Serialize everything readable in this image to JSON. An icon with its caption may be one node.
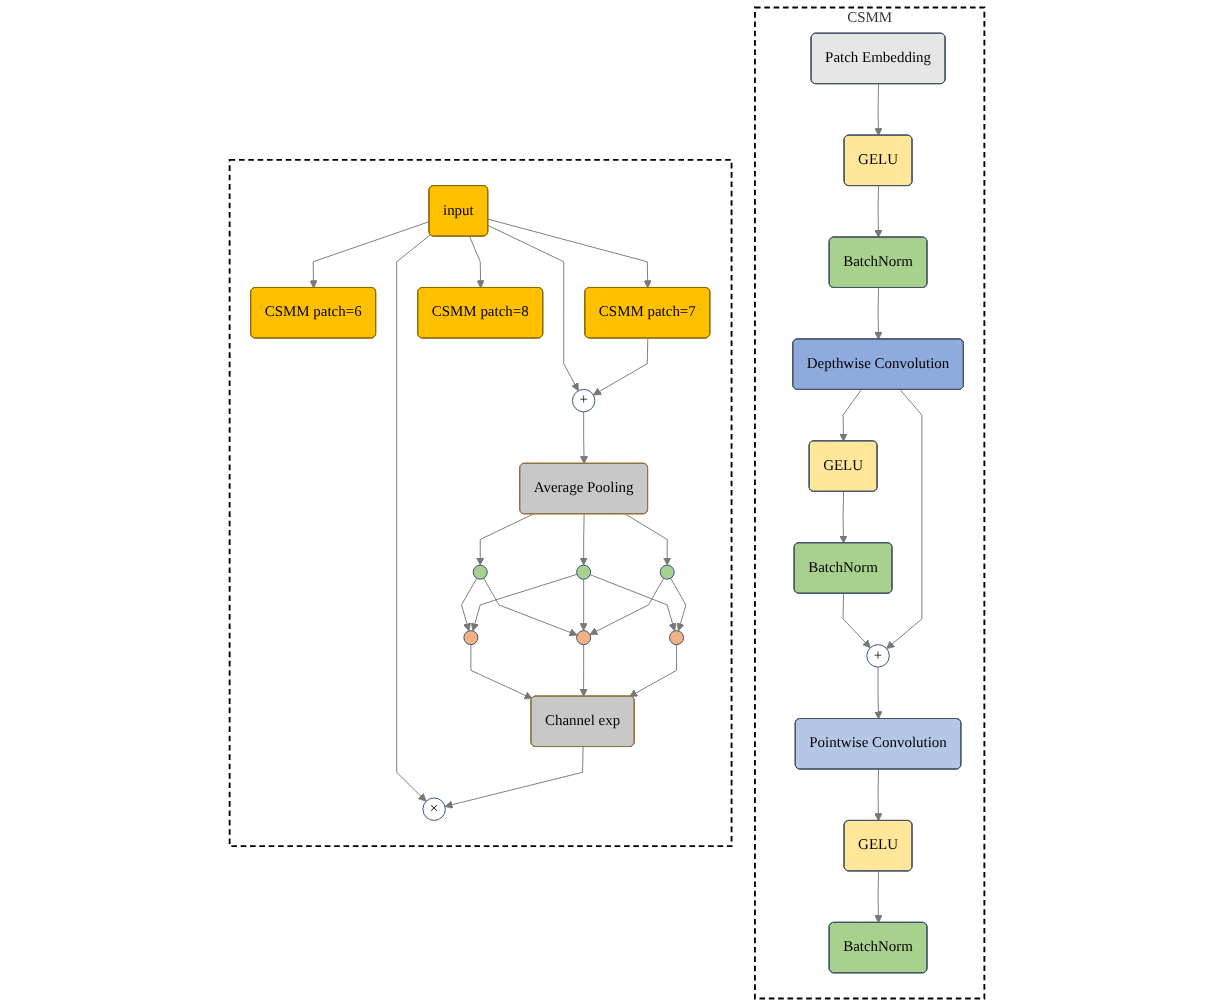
{
  "diagram": {
    "nodes": [
      {
        "text": [],
        "shape": "box"
      },
      {
        "text": [
          "input"
        ],
        "in": 0
      },
      {
        "text": [
          "CSMM patch=6"
        ],
        "in": 0
      },
      {
        "text": [
          "CSMM patch=7"
        ],
        "in": 0
      },
      {
        "text": [
          "CSMM patch=8"
        ],
        "in": 0
      },
      {
        "text": [
          "+"
        ],
        "in": 0
      },
      {
        "text": [
          "Average Pooling"
        ],
        "in": 0
      },
      {
        "text": [],
        "shape": "circle",
        "in": 0
      },
      {
        "text": [],
        "shape": "circle",
        "in": 0
      },
      {
        "text": [],
        "shape": "circle",
        "in": 0
      },
      {
        "text": [],
        "shape": "circle",
        "in": 0
      },
      {
        "text": [],
        "shape": "circle",
        "in": 0
      },
      {
        "text": [],
        "shape": "circle",
        "in": 0
      },
      {
        "text": [
          "Channel exp"
        ],
        "in": 0
      },
      {
        "text": [
          "×"
        ],
        "in": 0
      },
      {
        "text": [
          "CSMM"
        ]
      },
      {
        "text": [
          "Patch Embedding"
        ],
        "in": 15
      },
      {
        "text": [
          "GELU"
        ],
        "in": 15
      },
      {
        "text": [
          "BatchNorm"
        ],
        "in": 15
      },
      {
        "text": [
          "Depthwise Convolution"
        ],
        "in": 15
      },
      {
        "text": [
          "GELU"
        ],
        "in": 15
      },
      {
        "text": [
          "BatchNorm"
        ],
        "in": 15
      },
      {
        "text": [
          "+"
        ],
        "in": 15
      },
      {
        "text": [
          "Pointwise Convolution"
        ],
        "in": 15
      },
      {
        "text": [
          "GELU"
        ],
        "in": 15
      },
      {
        "text": [
          "BatchNorm"
        ],
        "in": 15
      }
    ],
    "edges": [
      {
        "from": 1,
        "to": 2,
        "arrow": "to"
      },
      {
        "from": 1,
        "to": 3,
        "arrow": "to"
      },
      {
        "from": 1,
        "to": 4,
        "arrow": "to"
      },
      {
        "from": 1,
        "to": 5,
        "arrow": "to"
      },
      {
        "from": 1,
        "to": 14,
        "arrow": "to"
      },
      {
        "from": 3,
        "to": 5,
        "arrow": "to"
      },
      {
        "from": 5,
        "to": 6,
        "arrow": "to"
      },
      {
        "from": 6,
        "to": 7,
        "arrow": "to"
      },
      {
        "from": 6,
        "to": 8,
        "arrow": "to"
      },
      {
        "from": 6,
        "to": 9,
        "arrow": "to"
      },
      {
        "from": 7,
        "to": 10,
        "arrow": "to"
      },
      {
        "from": 7,
        "to": 11,
        "arrow": "to"
      },
      {
        "from": 8,
        "to": 10,
        "arrow": "to"
      },
      {
        "from": 8,
        "to": 11,
        "arrow": "to"
      },
      {
        "from": 8,
        "to": 12,
        "arrow": "to"
      },
      {
        "from": 9,
        "to": 11,
        "arrow": "to"
      },
      {
        "from": 9,
        "to": 12,
        "arrow": "to"
      },
      {
        "from": 10,
        "to": 13,
        "arrow": "to"
      },
      {
        "from": 11,
        "to": 13,
        "arrow": "to"
      },
      {
        "from": 12,
        "to": 13,
        "arrow": "to"
      },
      {
        "from": 13,
        "to": 14,
        "arrow": "to"
      },
      {
        "from": 16,
        "to": 17,
        "arrow": "to"
      },
      {
        "from": 17,
        "to": 18,
        "arrow": "to"
      },
      {
        "from": 18,
        "to": 19,
        "arrow": "to"
      },
      {
        "from": 19,
        "to": 20,
        "arrow": "to"
      },
      {
        "from": 20,
        "to": 21,
        "arrow": "to"
      },
      {
        "from": 21,
        "to": 22,
        "arrow": "to"
      },
      {
        "from": 19,
        "to": 22,
        "arrow": "to"
      },
      {
        "from": 22,
        "to": 23,
        "arrow": "to"
      },
      {
        "from": 23,
        "to": 24,
        "arrow": "to"
      },
      {
        "from": 24,
        "to": 25,
        "arrow": "to"
      }
    ]
  }
}
